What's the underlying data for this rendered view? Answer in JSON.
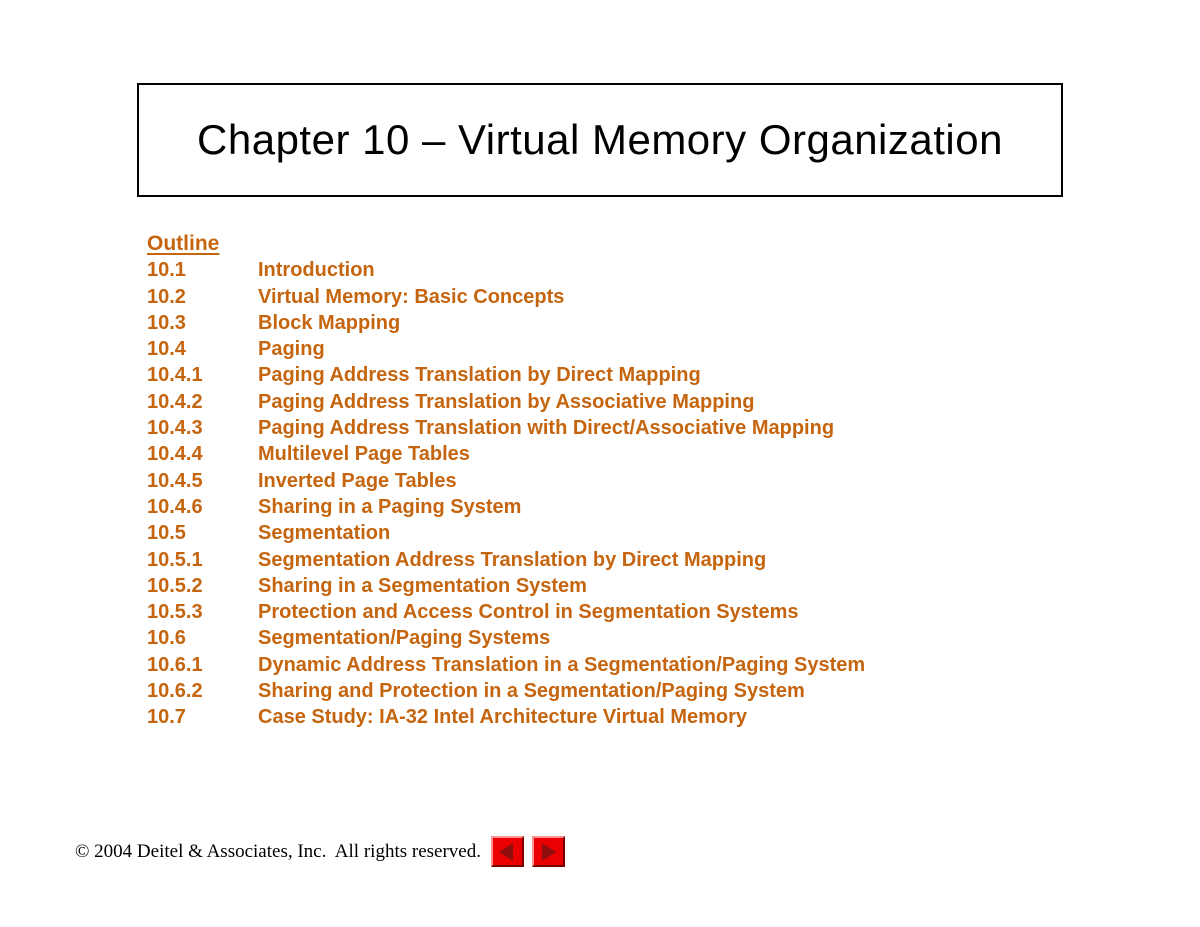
{
  "slide": {
    "title": "Chapter 10 – Virtual Memory Organization",
    "outline_heading": "Outline",
    "outline_items": [
      {
        "number": "10.1",
        "label": "Introduction"
      },
      {
        "number": "10.2",
        "label": "Virtual Memory: Basic Concepts"
      },
      {
        "number": "10.3",
        "label": "Block Mapping"
      },
      {
        "number": "10.4",
        "label": "Paging"
      },
      {
        "number": "10.4.1",
        "label": "Paging Address Translation by Direct Mapping"
      },
      {
        "number": "10.4.2",
        "label": "Paging Address Translation by Associative Mapping"
      },
      {
        "number": "10.4.3",
        "label": "Paging Address Translation with Direct/Associative Mapping"
      },
      {
        "number": "10.4.4",
        "label": "Multilevel Page Tables"
      },
      {
        "number": "10.4.5",
        "label": "Inverted Page Tables"
      },
      {
        "number": "10.4.6",
        "label": "Sharing in a Paging System"
      },
      {
        "number": "10.5",
        "label": "Segmentation"
      },
      {
        "number": "10.5.1",
        "label": "Segmentation Address Translation by Direct Mapping"
      },
      {
        "number": "10.5.2",
        "label": "Sharing in a Segmentation System"
      },
      {
        "number": "10.5.3",
        "label": "Protection and Access Control in Segmentation Systems"
      },
      {
        "number": "10.6",
        "label": "Segmentation/Paging Systems"
      },
      {
        "number": "10.6.1",
        "label": "Dynamic Address Translation in a Segmentation/Paging System"
      },
      {
        "number": "10.6.2",
        "label": "Sharing and Protection in a Segmentation/Paging System"
      },
      {
        "number": "10.7",
        "label": "Case Study: IA-32 Intel Architecture Virtual Memory"
      }
    ],
    "footer": {
      "copyright": "© 2004 Deitel & Associates, Inc.  All rights reserved.",
      "back_icon": "left-arrow",
      "forward_icon": "right-arrow"
    },
    "colors": {
      "outline_text": "#c6650f",
      "title_text": "#000000",
      "title_border": "#000000",
      "button_red": "#ea0000",
      "button_arrow": "#8e0d0d"
    }
  }
}
